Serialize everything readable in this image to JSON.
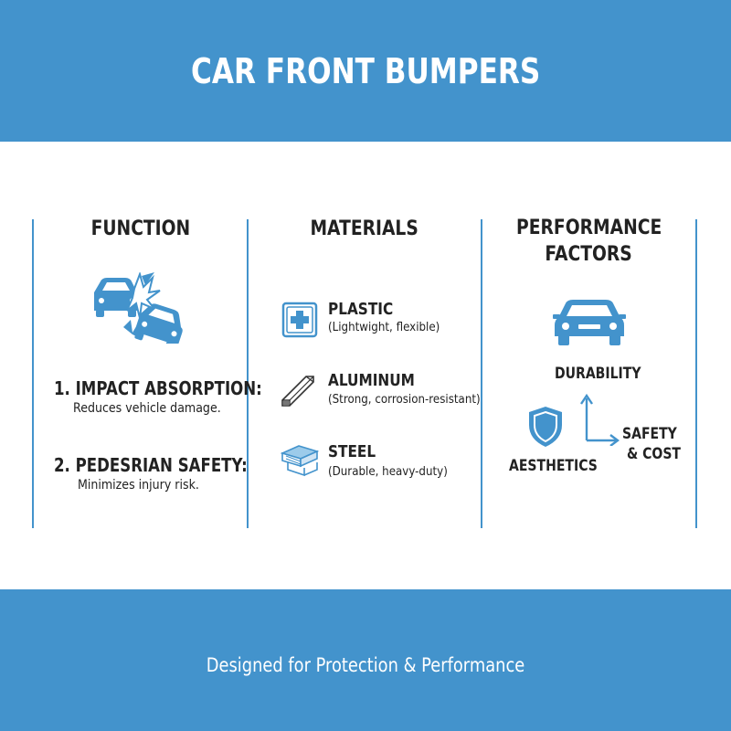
{
  "header": {
    "title": "CAR FRONT BUMPERS"
  },
  "columns": {
    "function": {
      "title": "FUNCTION",
      "items": [
        {
          "heading": "1. IMPACT ABSORPTION:",
          "description": "Reduces vehicle damage."
        },
        {
          "heading": "2. PEDESRIAN SAFETY:",
          "description": "Minimizes injury risk."
        }
      ],
      "icon": "car-collision-icon"
    },
    "materials": {
      "title": "MATERIALS",
      "items": [
        {
          "name": "PLASTIC",
          "description": "(Lightwight, flexible)",
          "icon": "plastic-cross-icon"
        },
        {
          "name": "ALUMINUM",
          "description": "(Strong, corrosion-resistant)",
          "icon": "aluminum-beam-icon"
        },
        {
          "name": "STEEL",
          "description": "(Durable, heavy-duty)",
          "icon": "steel-beam-icon"
        }
      ]
    },
    "performance": {
      "title_line1": "PERFORMANCE",
      "title_line2": "FACTORS",
      "labels": {
        "durability": "DURABILITY",
        "safety_line1": "SAFETY",
        "safety_line2": "& COST",
        "aesthetics": "AESTHETICS"
      },
      "icons": [
        "car-front-icon",
        "shield-icon",
        "axis-arrows-icon"
      ]
    }
  },
  "footer": {
    "tagline": "Designed for Protection & Performance"
  },
  "colors": {
    "accent": "#4393cc",
    "text": "#222222",
    "background": "#ffffff"
  }
}
